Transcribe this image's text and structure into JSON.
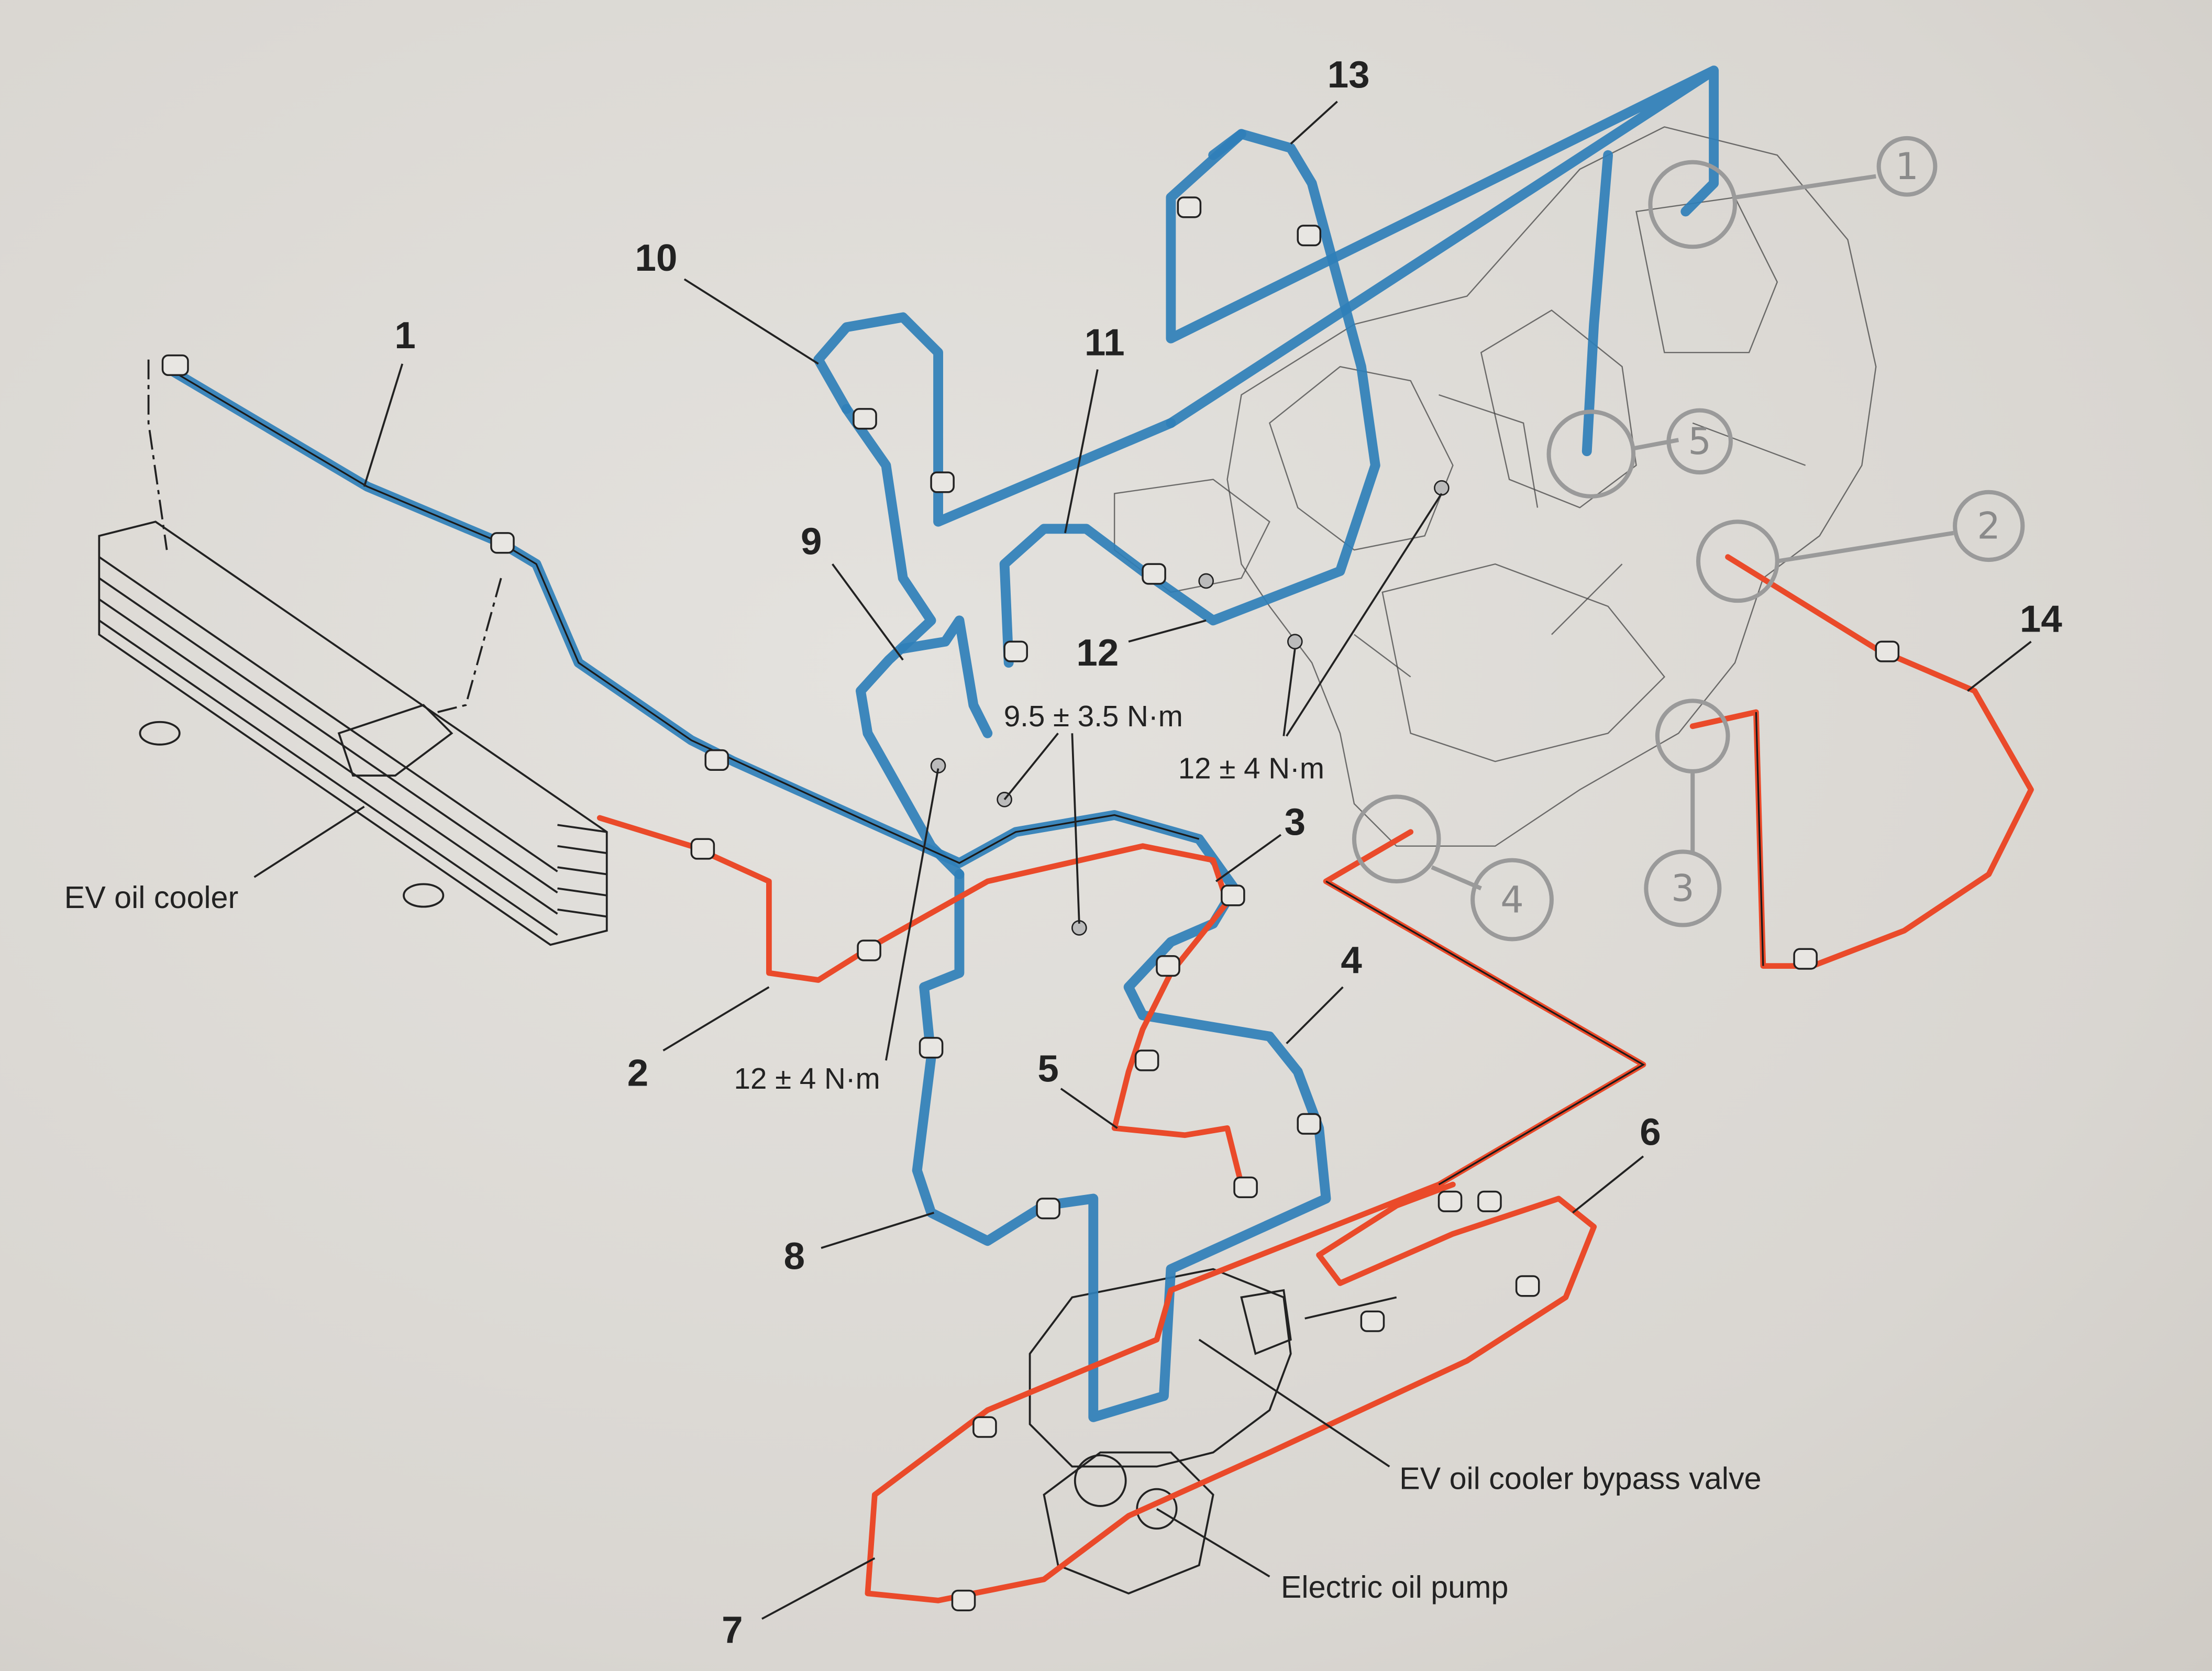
{
  "colors": {
    "blue_hose": "#2f7fb8",
    "red_hose": "#ea4a2a",
    "paper": "#dcd9d4",
    "pencil": "#9a9a9a"
  },
  "callouts": [
    "1",
    "2",
    "3",
    "4",
    "5",
    "6",
    "7",
    "8",
    "9",
    "10",
    "11",
    "12",
    "13",
    "14"
  ],
  "labels": {
    "ev_oil_cooler": "EV oil cooler",
    "bypass_valve": "EV oil cooler bypass valve",
    "electric_oil_pump": "Electric oil pump"
  },
  "torques": {
    "t1": "9.5 ± 3.5 N·m",
    "t2": "12 ± 4 N·m",
    "t3": "12 ± 4 N·m"
  },
  "handwritten": [
    "1",
    "5",
    "2",
    "3",
    "4"
  ]
}
